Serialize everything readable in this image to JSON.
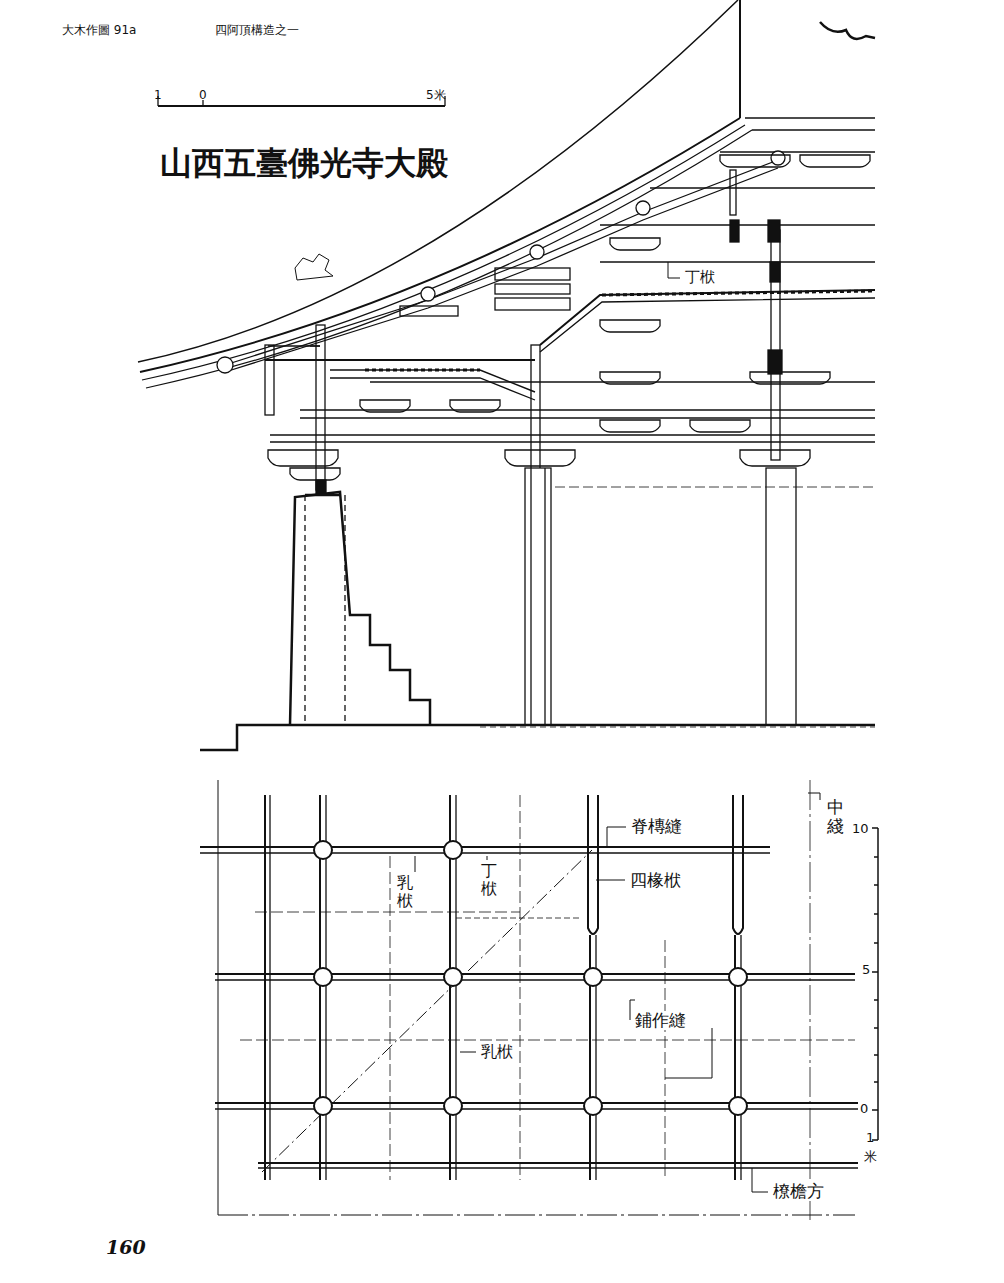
{
  "diagram": {
    "title": "山西五臺佛光寺大殿",
    "labels": [
      "大木作圖 91a",
      "四阿頂構造之一",
      "1",
      "0",
      "5米",
      "丁栿",
      "脊槫縫",
      "乳栿",
      "丁栿",
      "四椽栿",
      "鋪作縫",
      "乳栿",
      "橑檐方",
      "中綫",
      "10",
      "5",
      "0",
      "1",
      "米",
      "160"
    ]
  }
}
